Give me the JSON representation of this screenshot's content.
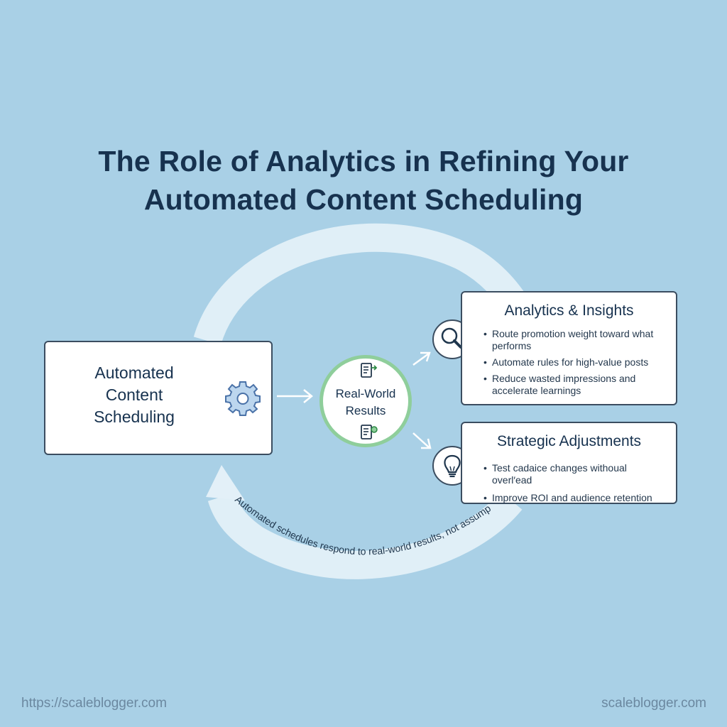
{
  "title": {
    "line1": "The Role of Analytics in Refining Your",
    "line2": "Automated Content Scheduling"
  },
  "main_box": {
    "line1": "Automated",
    "line2": "Content",
    "line3": "Scheduling",
    "icon": "gear-icon"
  },
  "center": {
    "line1": "Real-World",
    "line2": "Results",
    "icon_top": "document-arrow-icon",
    "icon_bottom": "document-refresh-icon",
    "ring_color": "#8fce9b"
  },
  "analytics": {
    "title": "Analytics & Insights",
    "icon": "magnifier-icon",
    "bullets": [
      "Route promotion weight toward what performs",
      "Automate rules for high-value posts",
      "Reduce wasted impressions and accelerate learnings"
    ]
  },
  "strategic": {
    "title": "Strategic Adjustments",
    "icon": "lightbulb-icon",
    "bullets": [
      "Test cadaice changes withoual overl′ead",
      "Improve ROI and audience retention"
    ]
  },
  "loop_caption": "Automated schedules respond to real-world results, not assumptions",
  "footer": {
    "left": "https://scaleblogger.com",
    "right": "scaleblogger.com"
  },
  "colors": {
    "background": "#a9d0e6",
    "loop_arrow": "#e3f0f8",
    "text_dark": "#17324f",
    "accent_green": "#8fce9b"
  }
}
